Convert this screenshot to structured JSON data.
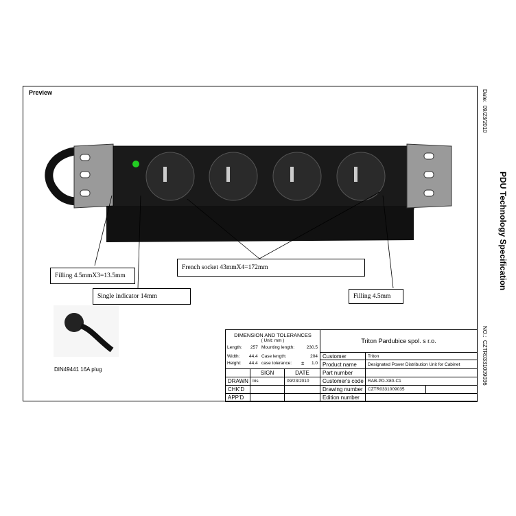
{
  "preview_label": "Preview",
  "side": {
    "date_label": "Date:",
    "date": "09/23/2010",
    "title": "PDU Technology Specification",
    "no_label": "NO.:",
    "no": "CZTR0331009036"
  },
  "callouts": {
    "filling_left": "Filling 4.5mmX3=13.5mm",
    "indicator": "Single indicator 14mm",
    "french": "French socket 43mmX4=172mm",
    "filling_right": "Filling 4.5mm"
  },
  "plug_caption": "DIN49441 16A plug",
  "table": {
    "dim_title": "DIMENSION AND TOLERANCES",
    "dim_unit": "( Unit: mm )",
    "length_label": "Length:",
    "length": "257",
    "mount_label": "Mounting length:",
    "mount": "230.5",
    "width_label": "Width:",
    "width": "44.4",
    "case_label": "Case length:",
    "case": "204",
    "height_label": "Height:",
    "height": "44.4",
    "tol_label": "case tolerance:",
    "tol_sign": "±",
    "tol": "1.0",
    "sign": "SIGN",
    "date": "DATE",
    "drawn": "DRAWN",
    "drawn_sign": "Iris",
    "drawn_date": "09/23/2010",
    "chkd": "CHK'D",
    "appd": "APP'D",
    "company": "Triton Pardubice spol. s r.o.",
    "customer_label": "Customer",
    "customer": "Triton",
    "product_label": "Product name",
    "product": "Designated Power Distribution Unit for Cabinet",
    "part_label": "Part number",
    "code_label": "Customer's code",
    "code": "RAB-PD-X80-C1",
    "drawing_label": "Drawing number",
    "drawing": "CZTR0331009035",
    "edition_label": "Edition number"
  }
}
